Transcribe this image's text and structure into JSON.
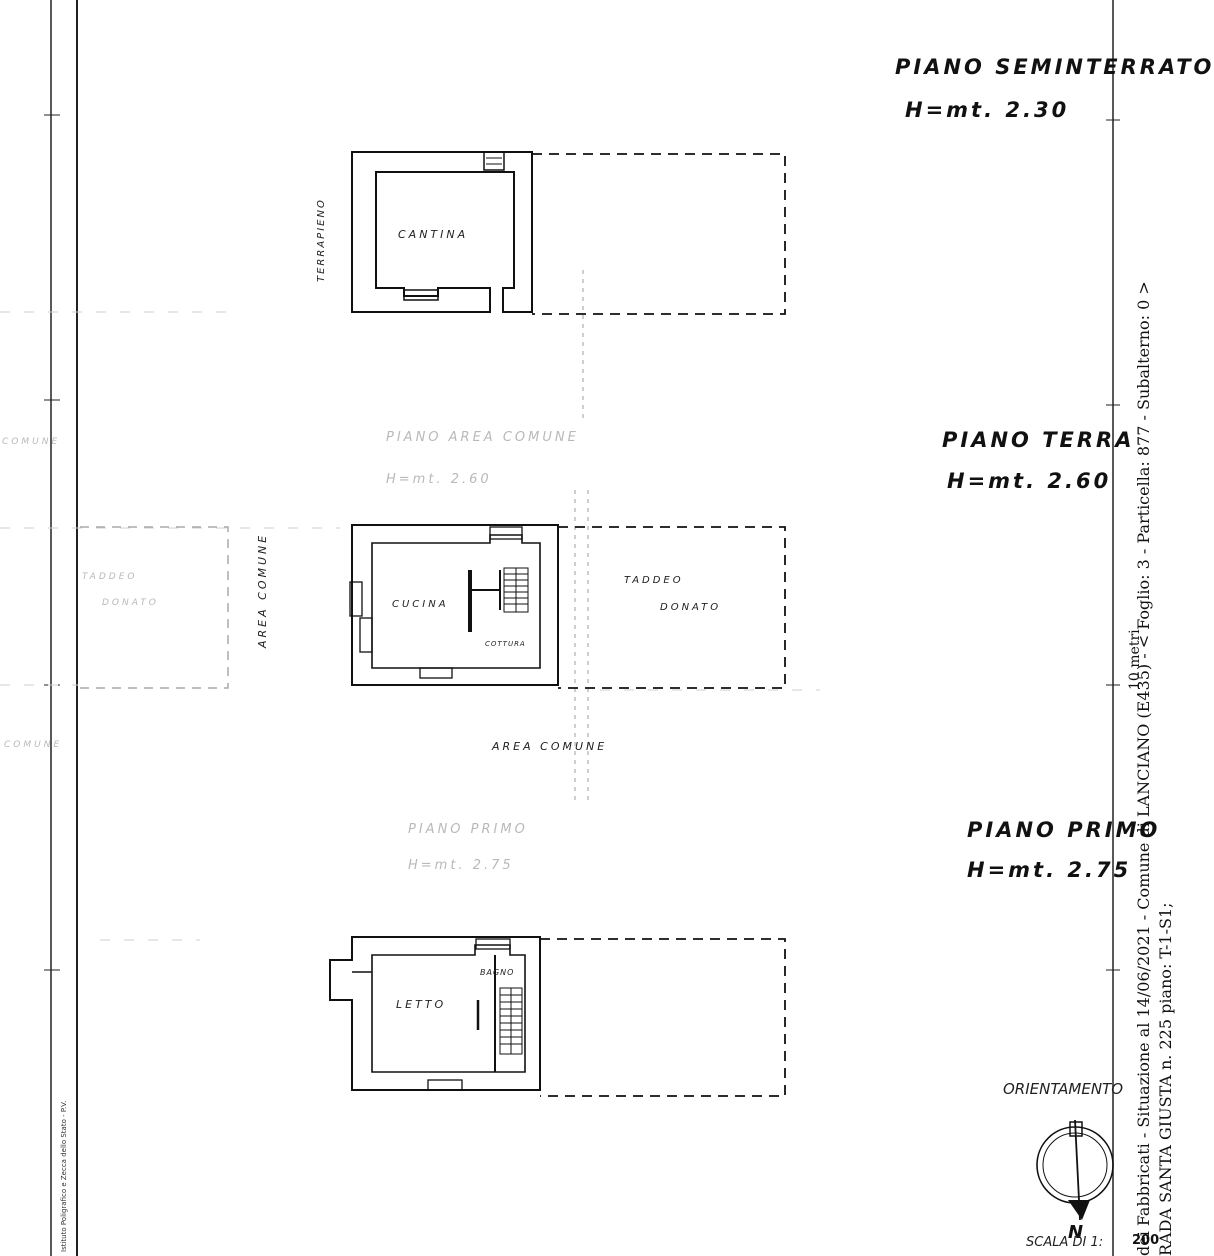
{
  "levels": {
    "seminterrato": {
      "name": "PIANO SEMINTERRATO",
      "height": "H=mt. 2.30"
    },
    "terra": {
      "name": "PIANO TERRA",
      "height": "H=mt. 2.60"
    },
    "primo": {
      "name": "PIANO PRIMO",
      "height": "H=mt. 2.75"
    }
  },
  "rooms": {
    "cantina": "CANTINA",
    "cucina": "CUCINA",
    "cottura": "COTTURA",
    "taddeo": "TADDEO",
    "donato": "DONATO",
    "letto": "LETTO",
    "bagno": "BAGNO"
  },
  "labels": {
    "terrapieno": "TERRAPIENO",
    "area_comune_vertical": "AREA COMUNE",
    "area_comune_bottom": "AREA COMUNE"
  },
  "ghost": {
    "terra_name": "PIANO AREA COMUNE",
    "terra_height": "H=mt. 2.60",
    "primo_name": "PIANO PRIMO",
    "primo_height": "H=mt. 2.75",
    "left_taddeo": "TADDEO",
    "left_donato": "DONATO",
    "left_comune1": "COMUNE",
    "left_comune2": "COMUNE"
  },
  "side_text": {
    "line1": "10 metri",
    "line2": "dei Fabbricati - Situazione al 14/06/2021 - Comune di LANCIANO (E435) - < Foglio: 3 - Particella: 877 - Subalterno: 0 >",
    "line3": "RADA SANTA GIUSTA n. 225 piano: T-1-S1;"
  },
  "margin_text": "Istituto Poligrafico e Zecca dello Stato - P.V.",
  "orientation": {
    "label": "ORIENTAMENTO",
    "north": "N"
  },
  "scale": {
    "label": "SCALA DI 1:",
    "value": "200"
  }
}
